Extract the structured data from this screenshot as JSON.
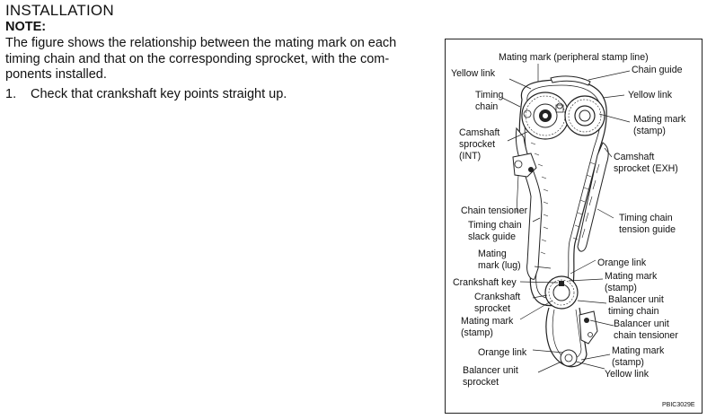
{
  "heading": "INSTALLATION",
  "note_label": "NOTE:",
  "paragraph": {
    "line1": "The figure shows the relationship between the mating mark on each",
    "line2": "timing chain and that on the corresponding sprocket, with the com-",
    "line3": "ponents installed."
  },
  "step": {
    "number": "1.",
    "text": "Check that crankshaft key points straight up."
  },
  "figure": {
    "code": "PBIC3029E",
    "labels": {
      "mating_peripheral": "Mating mark (peripheral stamp line)",
      "yellow_link_left": "Yellow link",
      "chain_guide": "Chain guide",
      "timing_chain_1": "Timing",
      "timing_chain_2": "chain",
      "yellow_link_right": "Yellow link",
      "mating_stamp_top_1": "Mating mark",
      "mating_stamp_top_2": "(stamp)",
      "cam_int_1": "Camshaft",
      "cam_int_2": "sprocket",
      "cam_int_3": "(INT)",
      "cam_exh_1": "Camshaft",
      "cam_exh_2": "sprocket (EXH)",
      "chain_tensioner": "Chain tensioner",
      "slack_guide_1": "Timing chain",
      "slack_guide_2": "slack guide",
      "tension_guide_1": "Timing chain",
      "tension_guide_2": "tension guide",
      "mating_lug_1": "Mating",
      "mating_lug_2": "mark (lug)",
      "orange_link_top": "Orange link",
      "mating_stamp_mid_1": "Mating mark",
      "mating_stamp_mid_2": "(stamp)",
      "crankshaft_key": "Crankshaft key",
      "crank_sprocket_1": "Crankshaft",
      "crank_sprocket_2": "sprocket",
      "bal_chain_1": "Balancer unit",
      "bal_chain_2": "timing chain",
      "mating_stamp_left_1": "Mating mark",
      "mating_stamp_left_2": "(stamp)",
      "bal_tensioner_1": "Balancer unit",
      "bal_tensioner_2": "chain tensioner",
      "orange_link_bottom": "Orange link",
      "mating_stamp_bottom_1": "Mating mark",
      "mating_stamp_bottom_2": "(stamp)",
      "bal_sprocket_1": "Balancer unit",
      "bal_sprocket_2": "sprocket",
      "yellow_link_bottom": "Yellow link"
    }
  }
}
